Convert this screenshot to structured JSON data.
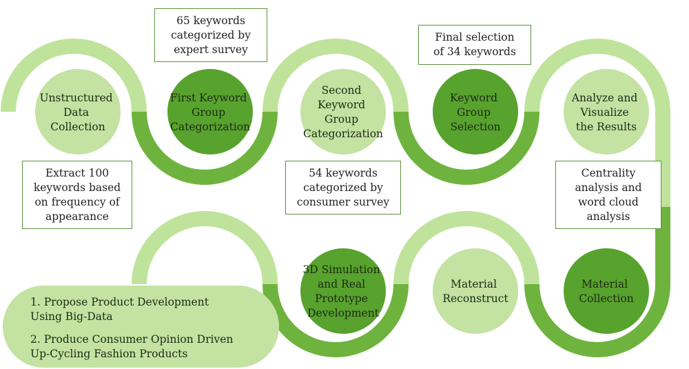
{
  "colors": {
    "light_green": "#bfe39b",
    "dark_green": "#6fb33f",
    "light_circle": "#c4e2a2",
    "dark_circle": "#58a22e",
    "box_border": "#5f8f3e"
  },
  "nodes": [
    {
      "id": "unstructured",
      "lines": [
        "Unstructured",
        "Data",
        "Collection"
      ]
    },
    {
      "id": "first",
      "lines": [
        "First Keyword",
        "Group",
        "Categorization"
      ]
    },
    {
      "id": "second",
      "lines": [
        "Second",
        "Keyword",
        "Group",
        "Categorization"
      ]
    },
    {
      "id": "keyword-selection",
      "lines": [
        "Keyword",
        "Group",
        "Selection"
      ]
    },
    {
      "id": "analyze",
      "lines": [
        "Analyze and",
        "Visualize",
        "the Results"
      ]
    },
    {
      "id": "material-collection",
      "lines": [
        "Material",
        "Collection"
      ]
    },
    {
      "id": "material-reconstruct",
      "lines": [
        "Material",
        "Reconstruct"
      ]
    },
    {
      "id": "simulation",
      "lines": [
        "3D Simulation",
        "and Real",
        "Prototype",
        "Development"
      ]
    }
  ],
  "notes": {
    "extract": "Extract 100\nkeywords based\non frequency of\nappearance",
    "expert": "65 keywords\ncategorized by\nexpert survey",
    "consumer": "54 keywords\ncategorized by\nconsumer survey",
    "final": "Final selection\nof 34 keywords",
    "centrality": "Centrality\nanalysis and\nword cloud\nanalysis"
  },
  "outcomes": [
    "1. Propose Product Development\n    Using Big-Data",
    "2. Produce Consumer Opinion Driven\n    Up-Cycling Fashion Products"
  ]
}
